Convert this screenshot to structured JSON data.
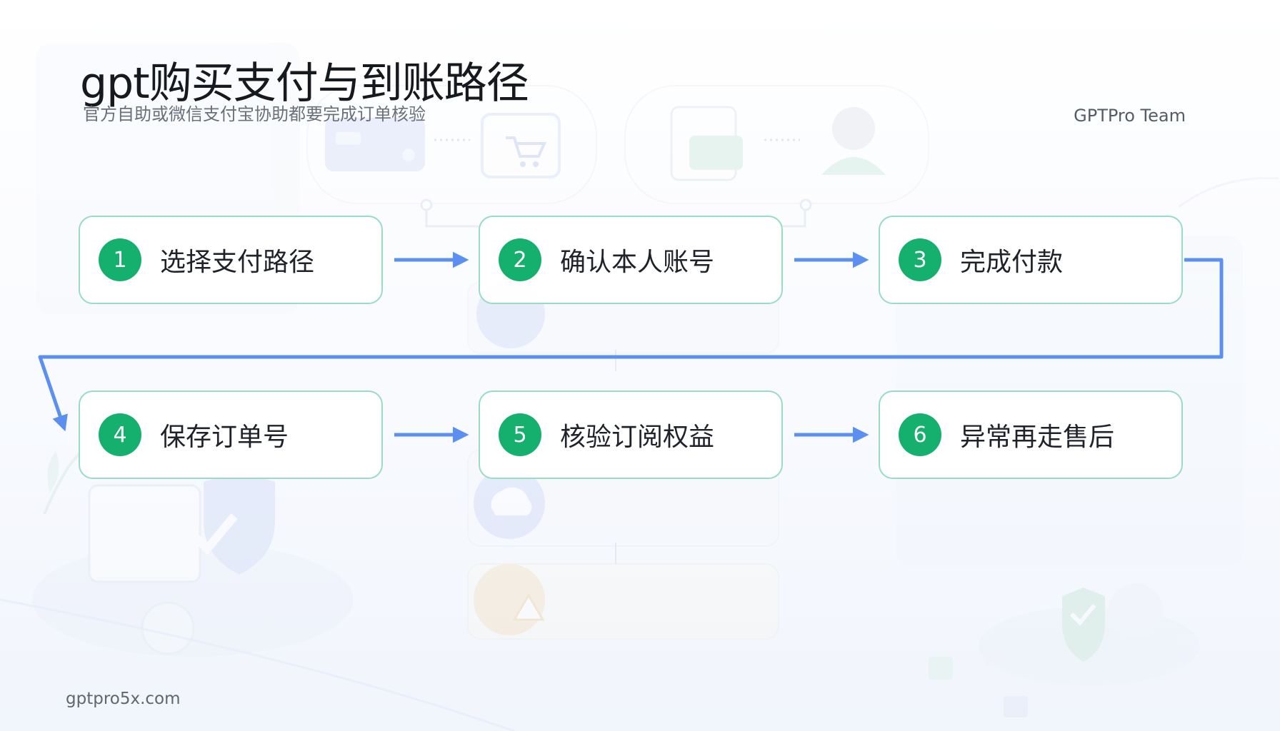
{
  "header": {
    "title": "gpt购买支付与到账路径",
    "subtitle": "官方自助或微信支付宝协助都要完成订单核验",
    "team": "GPTPro Team"
  },
  "footer": {
    "site": "gptpro5x.com"
  },
  "steps": [
    {
      "number": "1",
      "label": "选择支付路径"
    },
    {
      "number": "2",
      "label": "确认本人账号"
    },
    {
      "number": "3",
      "label": "完成付款"
    },
    {
      "number": "4",
      "label": "保存订单号"
    },
    {
      "number": "5",
      "label": "核验订阅权益"
    },
    {
      "number": "6",
      "label": "异常再走售后"
    }
  ],
  "colors": {
    "accent_green": "#16b06e",
    "card_border": "#98dcc4",
    "arrow_blue": "#5b8ff0"
  }
}
